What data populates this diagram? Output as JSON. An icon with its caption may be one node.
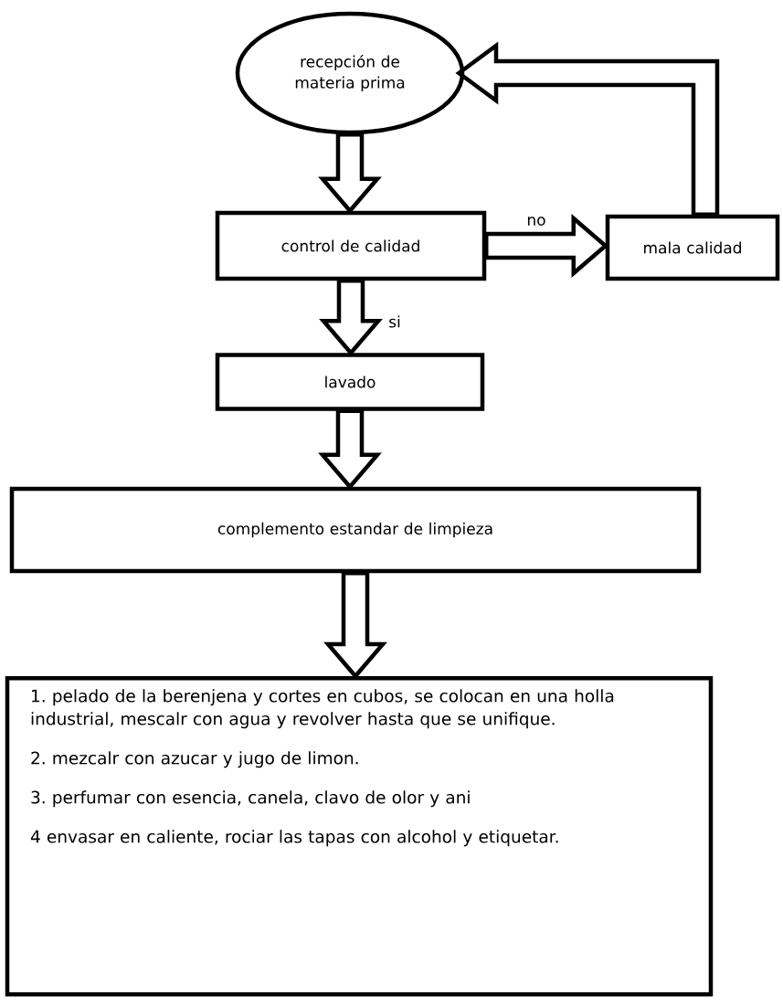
{
  "diagram": {
    "nodes": [
      {
        "text": [
          "recepción de materia prima"
        ]
      },
      {
        "text": [
          "control de calidad"
        ]
      },
      {
        "text": [
          "mala calidad"
        ]
      },
      {
        "text": [
          "lavado"
        ]
      },
      {
        "text": [
          "complemento estandar de limpieza"
        ]
      },
      {
        "text": [
          "1. pelado de la berenjena y cortes en cubos, se colocan en una holla industrial, mescalr con agua y revolver hasta que se unifique.",
          "2. mezcalr con azucar y jugo de limon.",
          "3. perfumar con esencia, canela, clavo de olor y ani",
          "4 envasar en caliente, rociar las tapas con alcohol y etiquetar."
        ]
      }
    ],
    "edges": [
      {
        "from": 0,
        "to": 1,
        "arrow": "to"
      },
      {
        "from": 1,
        "to": 2,
        "arrow": "to",
        "label": "no"
      },
      {
        "from": 2,
        "to": 0,
        "arrow": "to"
      },
      {
        "from": 1,
        "to": 3,
        "arrow": "to",
        "label": "si"
      },
      {
        "from": 3,
        "to": 4,
        "arrow": "to"
      },
      {
        "from": 4,
        "to": 5,
        "arrow": "to"
      }
    ]
  }
}
